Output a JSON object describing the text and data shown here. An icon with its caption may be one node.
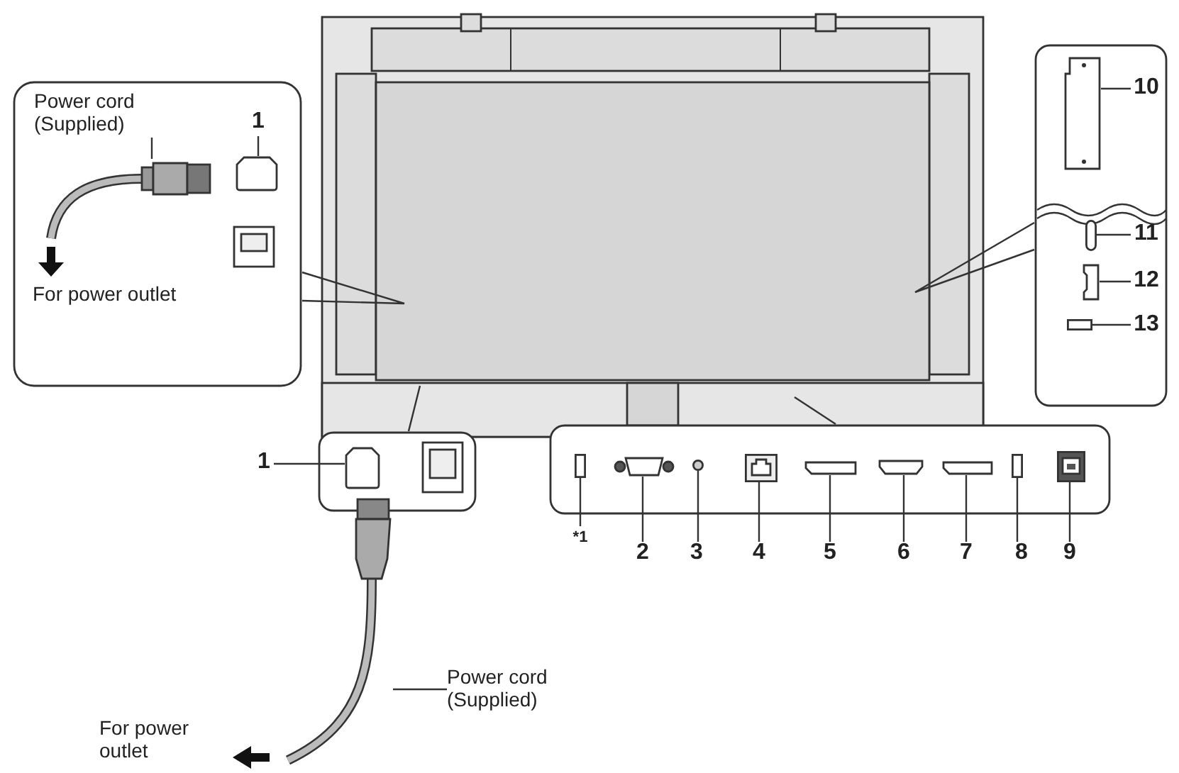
{
  "diagram": {
    "nodes": [
      {
        "text": [
          "Power cord (Supplied)"
        ]
      },
      {
        "text": [],
        "shape": "cable"
      },
      {
        "text": [
          "1"
        ]
      },
      {
        "text": [],
        "shape": "box"
      },
      {
        "text": [
          "10"
        ]
      },
      {
        "text": [],
        "shape": "box"
      },
      {
        "text": [
          "11"
        ]
      },
      {
        "text": [],
        "shape": "box"
      },
      {
        "text": [
          "12"
        ]
      },
      {
        "text": [],
        "shape": "box"
      },
      {
        "text": [
          "13"
        ]
      },
      {
        "text": [],
        "shape": "box"
      },
      {
        "text": [
          "1"
        ]
      },
      {
        "text": [],
        "shape": "box"
      },
      {
        "text": [],
        "shape": "box"
      },
      {
        "text": [],
        "shape": "box"
      },
      {
        "text": [],
        "shape": "circle"
      },
      {
        "text": [],
        "shape": "box"
      },
      {
        "text": [],
        "shape": "box"
      },
      {
        "text": [],
        "shape": "box"
      },
      {
        "text": [],
        "shape": "box"
      },
      {
        "text": [],
        "shape": "box"
      },
      {
        "text": [],
        "shape": "box"
      },
      {
        "text": [
          "*1"
        ]
      },
      {
        "text": [
          "2"
        ]
      },
      {
        "text": [
          "3"
        ]
      },
      {
        "text": [
          "4"
        ]
      },
      {
        "text": [
          "5"
        ]
      },
      {
        "text": [
          "6"
        ]
      },
      {
        "text": [
          "7"
        ]
      },
      {
        "text": [
          "8"
        ]
      },
      {
        "text": [
          "9"
        ]
      },
      {
        "text": [],
        "shape": "cable"
      },
      {
        "text": [
          "Power cord (Supplied)"
        ]
      }
    ],
    "edges": [
      {
        "from": 0,
        "to": 1,
        "arrow": "none"
      },
      {
        "from": 2,
        "to": 3,
        "arrow": "none"
      },
      {
        "from": 4,
        "to": 5,
        "arrow": "none"
      },
      {
        "from": 6,
        "to": 7,
        "arrow": "none"
      },
      {
        "from": 8,
        "to": 9,
        "arrow": "none"
      },
      {
        "from": 10,
        "to": 11,
        "arrow": "none"
      },
      {
        "from": 12,
        "to": 13,
        "arrow": "none"
      },
      {
        "from": 23,
        "to": 14,
        "arrow": "none"
      },
      {
        "from": 24,
        "to": 15,
        "arrow": "none"
      },
      {
        "from": 25,
        "to": 16,
        "arrow": "none"
      },
      {
        "from": 26,
        "to": 17,
        "arrow": "none"
      },
      {
        "from": 27,
        "to": 18,
        "arrow": "none"
      },
      {
        "from": 28,
        "to": 19,
        "arrow": "none"
      },
      {
        "from": 29,
        "to": 20,
        "arrow": "none"
      },
      {
        "from": 30,
        "to": 21,
        "arrow": "none"
      },
      {
        "from": 31,
        "to": 22,
        "arrow": "none"
      },
      {
        "from": 33,
        "to": 32,
        "arrow": "none"
      }
    ],
    "labels": [
      "For power outlet",
      "For power outlet"
    ]
  }
}
